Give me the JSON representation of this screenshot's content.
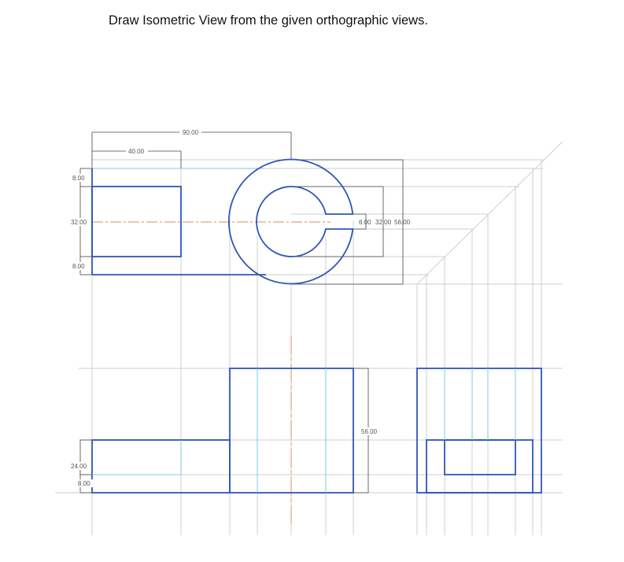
{
  "title": "Draw Isometric View from the given orthographic views.",
  "dimensions": {
    "overall_width": "90.00",
    "step_width": "40.00",
    "top_edge": "8.00",
    "middle_height": "32.00",
    "bottom_edge": "8.00",
    "slot_width": "6.00",
    "inner_diameter": "32.00",
    "outer_diameter": "56.00",
    "front_height": "56.00",
    "base_height": "24.00",
    "base_step": "8.00"
  },
  "colors": {
    "object_line": "#2f56b8",
    "hidden_light_line": "#7cc8e8",
    "center_line": "#e2a27c",
    "construction_line": "#cfcfcf",
    "dimension_line": "#444444"
  }
}
